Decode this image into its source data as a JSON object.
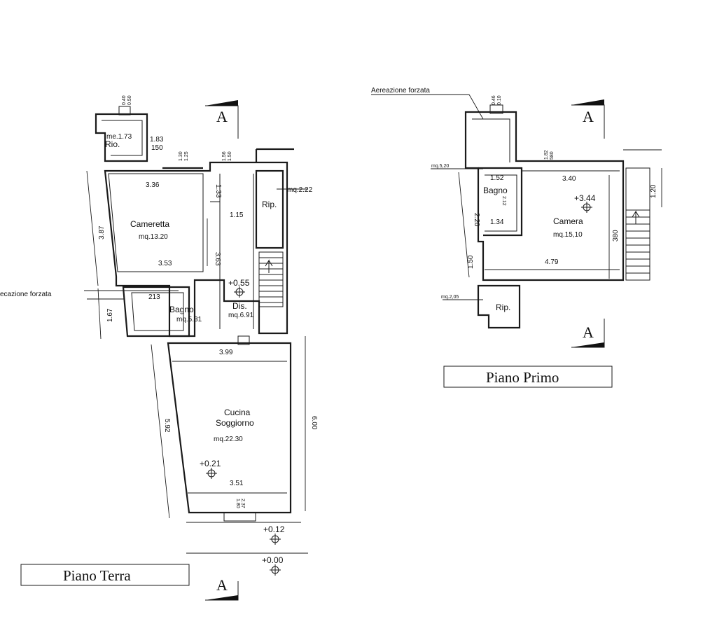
{
  "titles": {
    "ground": "Piano Terra",
    "first": "Piano Primo"
  },
  "section_marker": "A",
  "ground": {
    "aeration_note": "ecazione forzata",
    "rio": {
      "name": "Rio.",
      "area": "me.1.73",
      "d1": "1.83",
      "d2": "150",
      "d3": "0.40",
      "d4": "0.50",
      "d5": "1.30",
      "d6": "1.25"
    },
    "top_small": {
      "d1": "1.56",
      "d2": "1.50"
    },
    "cameretta": {
      "name": "Cameretta",
      "area": "mq.13.20",
      "w_top": "3.36",
      "w_bot": "3.53",
      "h_left": "3.87",
      "h_right": "3.63"
    },
    "rip": {
      "name": "Rip.",
      "area": "mq.2.22",
      "d_left": "1.33",
      "d_corr": "1.15"
    },
    "bagno": {
      "name": "Bagno",
      "area": "mq.5.31",
      "d_w": "213",
      "d_h": "1.67"
    },
    "dis": {
      "name": "Dis.",
      "area": "mq.6.91",
      "level": "+0.55"
    },
    "cucina": {
      "name1": "Cucina",
      "name2": "Soggiorno",
      "area": "mq.22.30",
      "w_top": "3.99",
      "w_bot": "3.51",
      "h_left": "5.92",
      "h_right": "6.00",
      "level": "+0.21",
      "d1": "1.80",
      "d2": "2.37"
    },
    "ext_levels": [
      "+0.12",
      "+0.00"
    ]
  },
  "first": {
    "aeration_note": "Aereazione forzata",
    "top_dims": {
      "d1": "0.46",
      "d2": "0.10",
      "d3": "1.82",
      "d4": "580"
    },
    "bagno": {
      "name": "Bagno",
      "area": "mq.5,20",
      "w_top": "1.52",
      "w_bot": "1.34",
      "h_right": "2.12"
    },
    "camera": {
      "name": "Camera",
      "area": "mq.15,10",
      "w_top": "3.40",
      "w_bot": "4.79",
      "h_right": "380",
      "level": "+3.44"
    },
    "left_dims": {
      "d1": "2.20",
      "d2": "1.50"
    },
    "right_dim": "1.20",
    "rip": {
      "name": "Rip.",
      "area": "mq.2,05"
    }
  }
}
